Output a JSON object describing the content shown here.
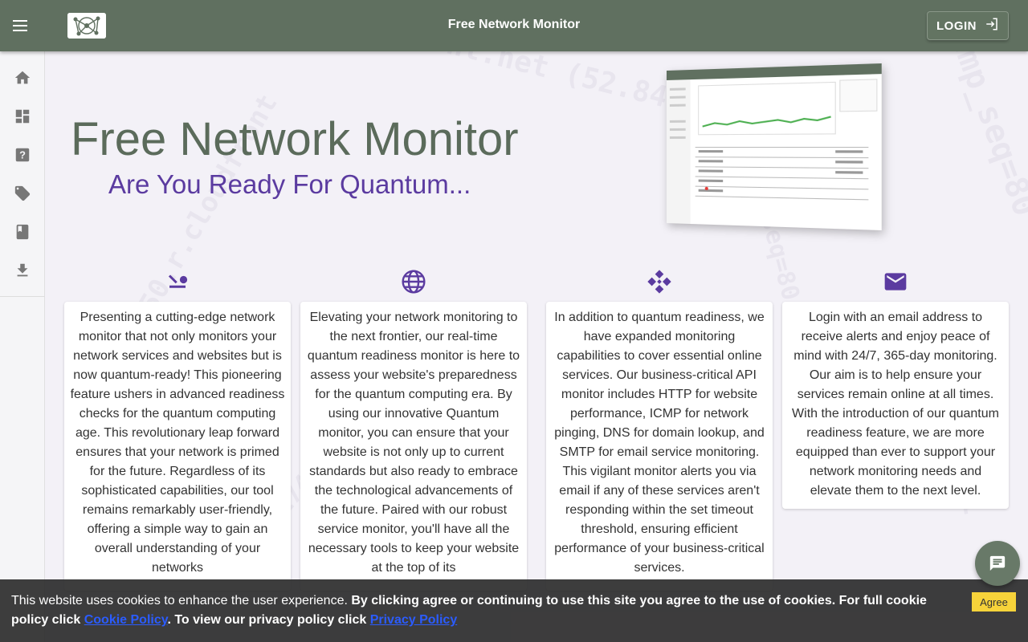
{
  "appbar": {
    "title": "Free Network Monitor",
    "login_label": "LOGIN"
  },
  "sidebar": {
    "items": [
      {
        "icon": "home-icon"
      },
      {
        "icon": "dashboard-icon"
      },
      {
        "icon": "help-icon"
      },
      {
        "icon": "tag-icon"
      },
      {
        "icon": "book-icon"
      },
      {
        "icon": "download-icon"
      }
    ]
  },
  "hero": {
    "title": "Free Network Monitor",
    "subtitle": "Are You Ready For Quantum..."
  },
  "features": [
    {
      "icon": "download-arrow-icon",
      "text": "Presenting a cutting-edge network monitor that not only monitors your network services and websites but is now quantum-ready! This pioneering feature ushers in advanced readiness checks for the quantum computing age. This revolutionary leap forward ensures that your network is primed for the future. Regardless of its sophisticated capabilities, our tool remains remarkably user-friendly, offering a simple way to gain an overall understanding of your networks"
    },
    {
      "icon": "globe-icon",
      "text": "Elevating your network monitoring to the next frontier, our real-time quantum readiness monitor is here to assess your website's preparedness for the quantum computing era. By using our innovative Quantum monitor, you can ensure that your website is not only up to current standards but also ready to embrace the technological advancements of the future. Paired with our robust service monitor, you'll have all the necessary tools to keep your website at the top of its"
    },
    {
      "icon": "api-icon",
      "text": "In addition to quantum readiness, we have expanded monitoring capabilities to cover essential online services. Our business-critical API monitor includes HTTP for website performance, ICMP for network pinging, DNS for domain lookup, and SMTP for email service monitoring. This vigilant monitor alerts you via email if any of these services aren't responding within the set timeout threshold, ensuring efficient performance of your business-critical services."
    },
    {
      "icon": "email-icon",
      "text": "Login with an email address to receive alerts and enjoy peace of mind with 24/7, 365-day monitoring. Our aim is to help ensure your services remain online at all times. With the introduction of our quantum readiness feature, we are more equipped than ever to support your network monitoring needs and elevate them to the next level."
    }
  ],
  "cookie": {
    "text_plain": "This website uses cookies to enhance the user experience. ",
    "text_bold": "By clicking agree or continuing to use this site you agree to the use of cookies. For full cookie policy click ",
    "cookie_link": "Cookie Policy",
    "text_bold_2": ". To view our privacy policy click ",
    "privacy_link": "Privacy Policy",
    "agree_label": "Agree"
  },
  "colors": {
    "appbar": "#607060",
    "hero_title": "#5b6b5b",
    "hero_subtitle": "#5b3ba0",
    "icon_accent": "#5b3ba0",
    "agree_button": "#f7d33a"
  }
}
